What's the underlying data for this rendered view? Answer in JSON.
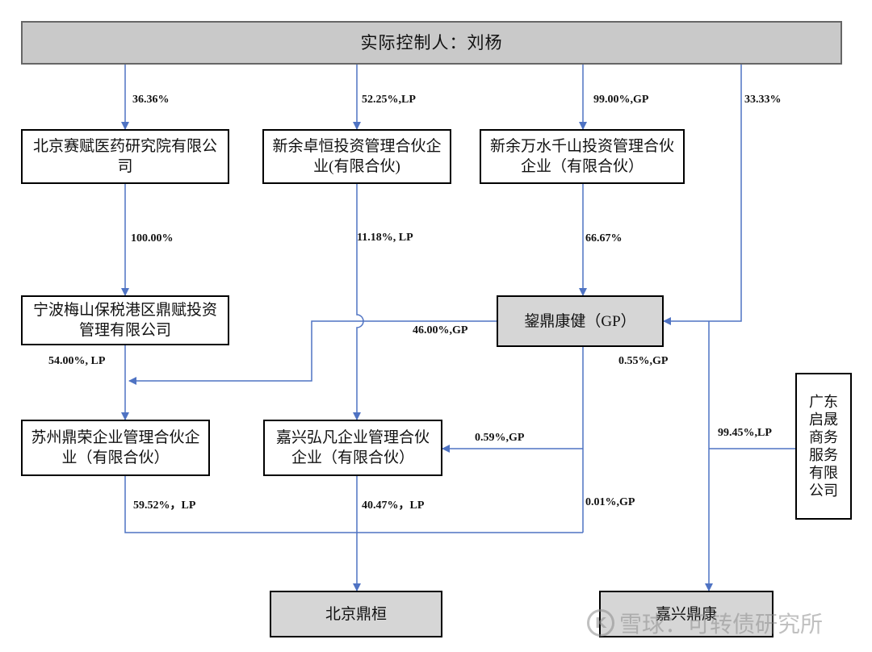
{
  "nodes": {
    "controller": "实际控制人：刘杨",
    "beijing_saifu": "北京赛赋医药研究院有限公司",
    "xinyu_zhuoheng": "新余卓恒投资管理合伙企业(有限合伙)",
    "xinyu_wanshui": "新余万水千山投资管理合伙企业（有限合伙）",
    "ningbo_dingfu": "宁波梅山保税港区鼎赋投资管理有限公司",
    "yuding_kangjian": "鋆鼎康健（GP）",
    "suzhou_dingrong": "苏州鼎荣企业管理合伙企业（有限合伙）",
    "jiaxing_hongfan": "嘉兴弘凡企业管理合伙企业（有限合伙）",
    "guangdong_qisheng": "广东启晟商务服务有限公司",
    "beijing_dingheng": "北京鼎桓",
    "jiaxing_dingkang": "嘉兴鼎康"
  },
  "edges": {
    "controller_to_saifu": "36.36%",
    "controller_to_zhuoheng": "52.25%,LP",
    "controller_to_wanshui": "99.00%,GP",
    "controller_to_yuding": "33.33%",
    "saifu_to_ningbo": "100.00%",
    "zhuoheng_to_hongfan": "11.18%, LP",
    "wanshui_to_yuding": "66.67%",
    "yuding_to_suzhou": "46.00%,GP",
    "ningbo_to_suzhou": "54.00%, LP",
    "yuding_to_jiaxing_dingkang": "0.55%,GP",
    "yuding_to_hongfan": "0.59%,GP",
    "qisheng_to_jiaxing_dingkang": "99.45%,LP",
    "suzhou_to_dingheng": "59.52%，LP",
    "hongfan_to_dingheng": "40.47%，LP",
    "yuding_to_dingheng": "0.01%,GP"
  },
  "watermark": {
    "icon": "snowball-logo-icon",
    "text": "雪球：可转债研究所"
  },
  "colors": {
    "arrow": "#4f73c3",
    "box_border": "#000000",
    "gray_fill": "#d6d6d6"
  }
}
